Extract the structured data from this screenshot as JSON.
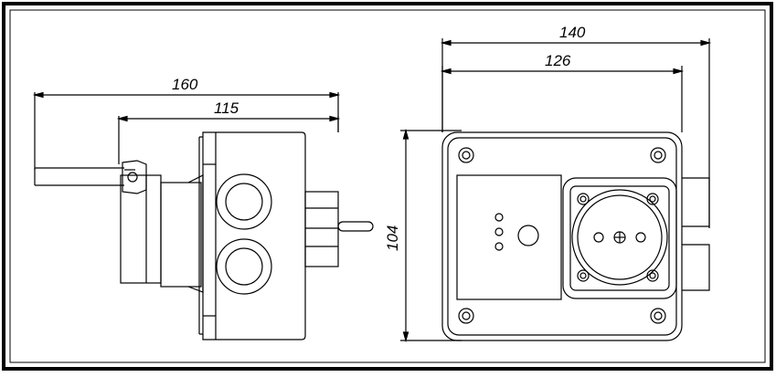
{
  "drawing": {
    "dimensions": {
      "side_total_length": "160",
      "side_body_length": "115",
      "front_total_width": "140",
      "front_body_width": "126",
      "front_height": "104"
    }
  }
}
